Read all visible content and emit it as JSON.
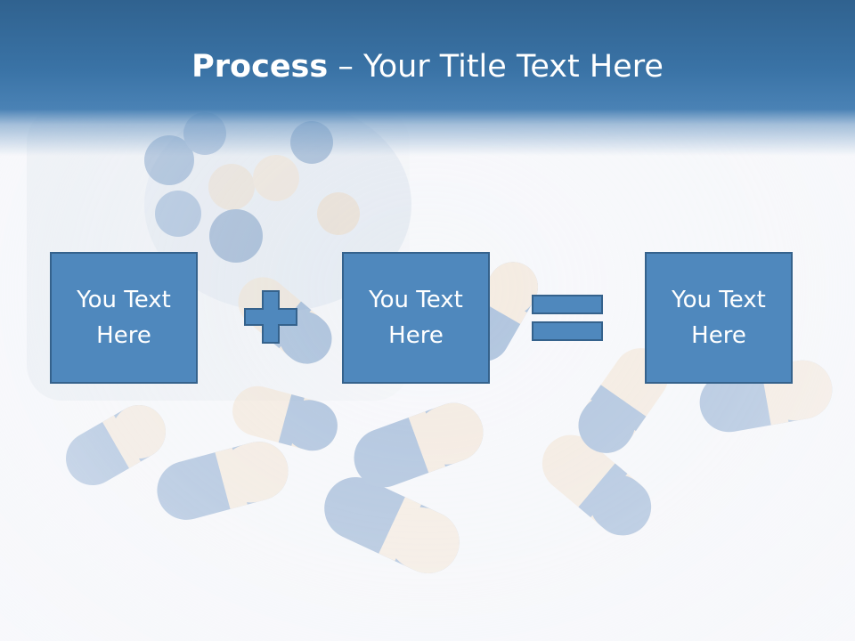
{
  "title": {
    "bold": "Process",
    "rest": " – Your Title Text Here"
  },
  "boxes": [
    {
      "text": "You Text Here"
    },
    {
      "text": "You Text Here"
    },
    {
      "text": "You Text Here"
    }
  ],
  "operators": {
    "first": "plus-icon",
    "second": "equals-icon"
  },
  "colors": {
    "header": "#3a73a6",
    "box_fill": "#4f88bd",
    "box_border": "#35628c"
  }
}
